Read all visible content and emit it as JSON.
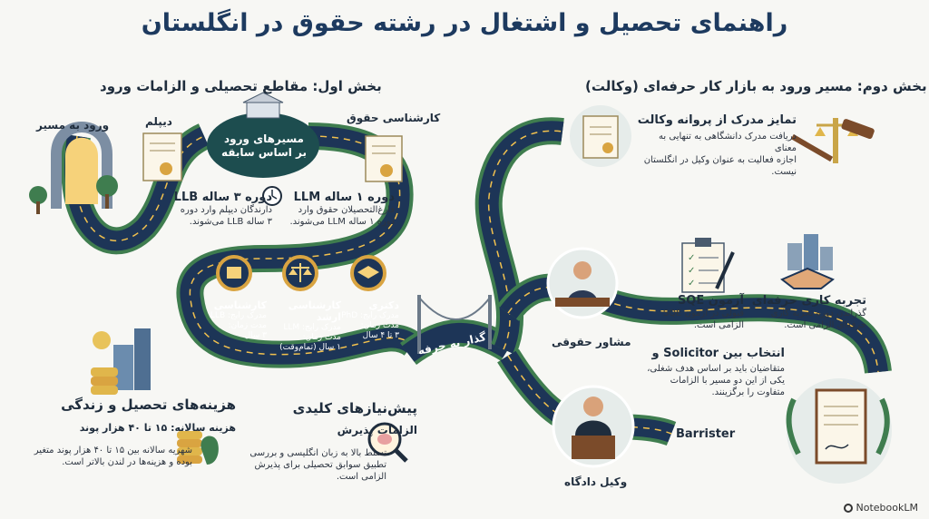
{
  "title": "راهنمای تحصیل و اشتغال در رشته حقوق در انگلستان",
  "part1": {
    "heading": "بخش اول: مقاطع تحصیلی و الزامات ورود",
    "entry_label": "ورود به مسیر",
    "diploma_label": "دیپلم",
    "bachelor_label": "کارشناسی حقوق",
    "hub_line1": "مسیرهای ورود",
    "hub_line2": "بر اساس سابقه",
    "llb3": {
      "title": "دوره ۳ ساله LLB",
      "text1": "دارندگان دیپلم وارد دوره",
      "text2": "۳ ساله LLB می‌شوند."
    },
    "llm1": {
      "title": "دوره ۱ ساله LLM",
      "text1": "فارغ‌التحصیلان حقوق وارد",
      "text2": "دوره ۱ ساله LLM می‌شوند."
    },
    "degrees": [
      {
        "title": "کارشناسی",
        "line1": "مدرک رایج: LLB",
        "line2": "مدت زمان:",
        "line3": "۳ سال"
      },
      {
        "title": "کارشناسی ارشد",
        "line1": "مدرک رایج: LLM",
        "line2": "مدت زمان:",
        "line3": "۱ سال (تمام‌وقت)"
      },
      {
        "title": "دکتری",
        "line1": "مدرک رایج: PhD",
        "line2": "مدت زمان:",
        "line3": "۳ تا ۴ سال"
      }
    ],
    "bridge_label": "گذار به حرفه",
    "costs": {
      "title": "هزینه‌های تحصیل و زندگی",
      "subtitle": "هزینه سالانه: ۱۵ تا ۴۰ هزار پوند",
      "text1": "شهریه سالانه بین ۱۵ تا ۴۰ هزار پوند متغیر",
      "text2": "بوده و هزینه‌ها در لندن بالاتر است."
    },
    "prereq": {
      "title": "پیش‌نیازهای کلیدی",
      "subtitle": "الزامات پذیرش",
      "text1": "تسلط بالا به زبان انگلیسی و بررسی",
      "text2": "تطبیق سوابق تحصیلی برای پذیرش",
      "text3": "الزامی است."
    }
  },
  "part2": {
    "heading": "بخش دوم: مسیر ورود به بازار کار حرفه‌ای (وکالت)",
    "license": {
      "title": "تمایز مدرک از پروانه وکالت",
      "text1": "دریافت مدرک دانشگاهی به تنهایی به معنای",
      "text2": "اجازه فعالیت به عنوان وکیل در انگلستان",
      "text3": "نیست."
    },
    "sqe": {
      "title": "آزمون SQE",
      "text1": "قبولی در آزمون SQE",
      "text2": "الزامی است."
    },
    "experience": {
      "title": "تجربه کاری حرفه‌ای",
      "text1": "گذراندن دوره تجربه کاری",
      "text2": "حرفه‌ای الزامی است."
    },
    "advisor_label": "مشاور حقوقی",
    "choice": {
      "title": "انتخاب بین Solicitor و",
      "text1": "متقاضیان باید بر اساس هدف شغلی،",
      "text2": "یکی از این دو مسیر با الزامات",
      "text3": "متفاوت را برگزینند."
    },
    "barrister_label": "Barrister",
    "court_label": "وکیل دادگاه"
  },
  "brand": "NotebookLM",
  "colors": {
    "road": "#1d3557",
    "grass": "#3f7d4f",
    "gold": "#d9a441",
    "title": "#1d3a5f"
  }
}
